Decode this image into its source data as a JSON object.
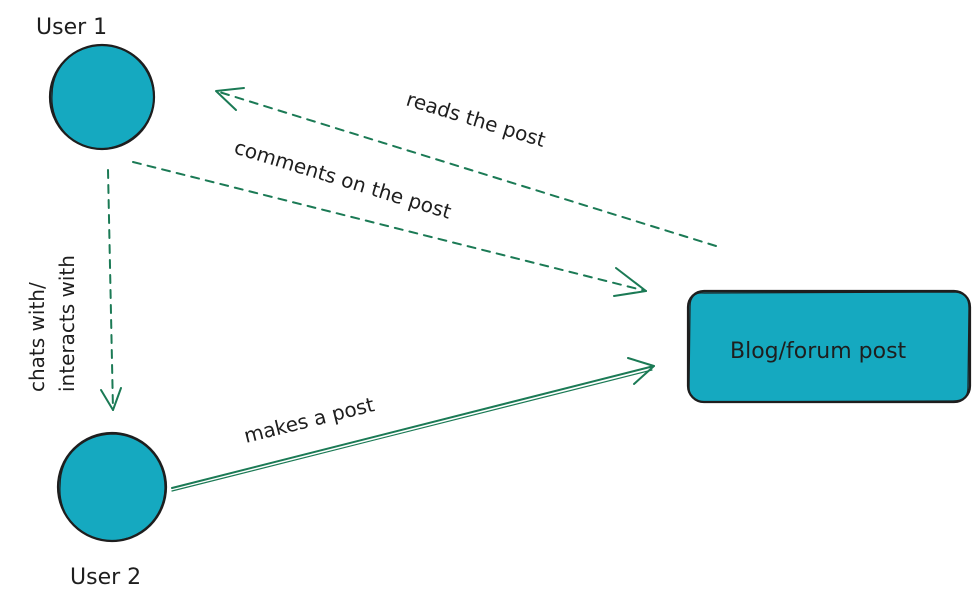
{
  "colors": {
    "node_fill": "#15a9c0",
    "node_stroke": "#1e1e1e",
    "edge": "#1b7a55",
    "text": "#1e1e1e"
  },
  "nodes": {
    "user1": {
      "label": "User 1"
    },
    "user2": {
      "label": "User 2"
    },
    "post": {
      "label": "Blog/forum post"
    }
  },
  "edges": {
    "reads": {
      "label": "reads the post",
      "style": "dashed"
    },
    "comments": {
      "label": "comments on the post",
      "style": "dashed"
    },
    "interacts": {
      "label_line1": "chats with/",
      "label_line2": "interacts with",
      "style": "dashed"
    },
    "makes": {
      "label": "makes a post",
      "style": "solid"
    }
  }
}
